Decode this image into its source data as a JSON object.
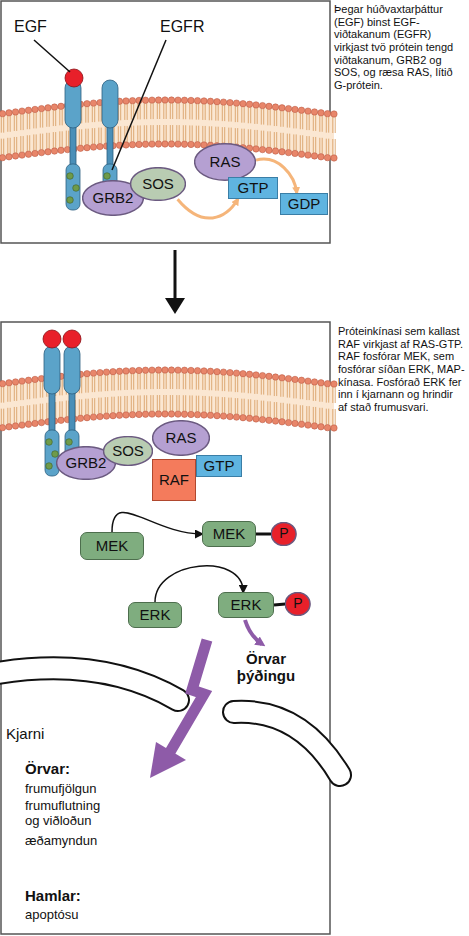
{
  "diagram": {
    "nodes": [
      {
        "text": [
          "GRB2"
        ]
      },
      {
        "text": [
          "SOS"
        ]
      },
      {
        "text": [
          "RAS"
        ]
      },
      {
        "text": [
          "GTP"
        ]
      },
      {
        "text": [
          "GDP"
        ]
      },
      {
        "text": [
          "GRB2"
        ]
      },
      {
        "text": [
          "SOS"
        ]
      },
      {
        "text": [
          "RAS"
        ]
      },
      {
        "text": [
          "GTP"
        ]
      },
      {
        "text": [
          "RAF"
        ]
      },
      {
        "text": [
          "MEK"
        ]
      },
      {
        "text": [
          "MEK"
        ]
      },
      {
        "text": [
          "P"
        ]
      },
      {
        "text": [
          "ERK"
        ]
      },
      {
        "text": [
          "ERK"
        ]
      },
      {
        "text": [
          "P"
        ]
      }
    ],
    "edges": [
      {
        "from": 1,
        "to": 3,
        "arrow": "to"
      },
      {
        "from": 2,
        "to": 4,
        "arrow": "to"
      },
      {
        "from": 10,
        "to": 11,
        "arrow": "to"
      },
      {
        "from": 11,
        "to": 12,
        "arrow": "none"
      },
      {
        "from": 13,
        "to": 14,
        "arrow": "to"
      },
      {
        "from": 14,
        "to": 15,
        "arrow": "none"
      }
    ],
    "labels": [
      "EGF",
      "EGFR",
      "Þegar húðvaxtarþáttur (EGF) binst EGF-viðtakanum (EGFR) virkjast tvö prótein tengd viðtakanum, GRB2 og SOS, og ræsa RAS, lítið G-prótein.",
      "Próteinkínasi sem kallast RAF virkjast af RAS-GTP. RAF fosfórar MEK, sem fosfórar síðan ERK, MAP-kínasa. Fosfórað ERK fer inn í kjarnann og hrindir af stað frumusvari.",
      "Örvar þýðingu",
      "Kjarni",
      "Örvar:",
      "frumufjölgun",
      "frumuflutning og viðloðun",
      "æðamyndun",
      "Hamlar:",
      "apoptósu"
    ]
  }
}
